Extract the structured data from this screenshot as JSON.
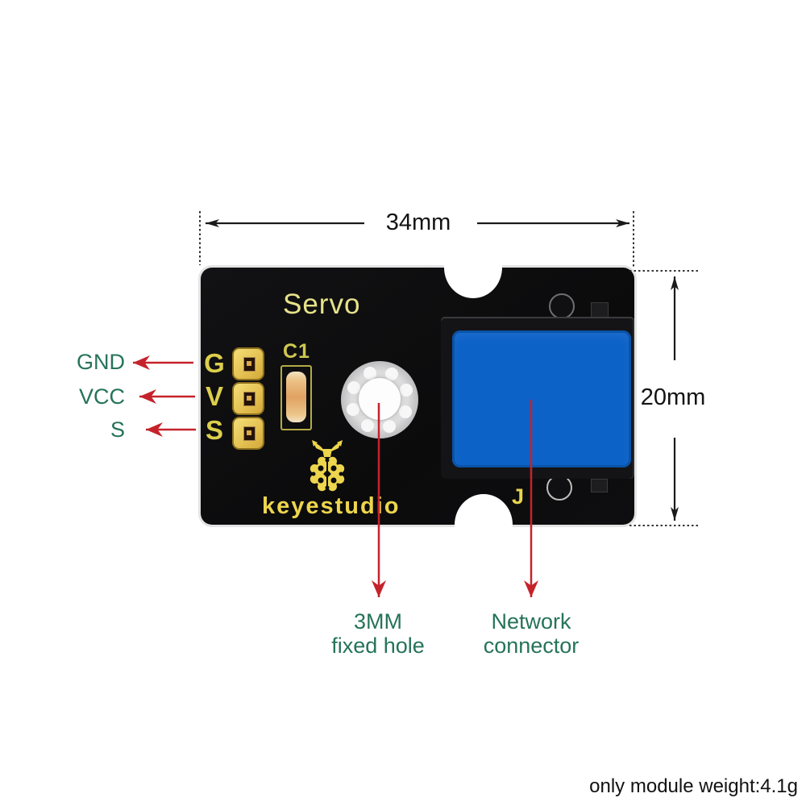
{
  "dimension_labels": {
    "width": "34mm",
    "height": "20mm"
  },
  "pin_callouts": {
    "gnd": "GND",
    "vcc": "VCC",
    "signal": "S"
  },
  "board": {
    "silk_title": "Servo",
    "pins": [
      "G",
      "V",
      "S"
    ],
    "capacitor_label": "C1",
    "brand": "keyestudio",
    "connector_silk": "J"
  },
  "callouts": {
    "hole": {
      "line1": "3MM",
      "line2": "fixed hole"
    },
    "connector": {
      "line1": "Network",
      "line2": "connector"
    }
  },
  "footer": {
    "weight_note": "only module weight:4.1g"
  },
  "colors": {
    "arrow_red": "#c5232b",
    "callout_green": "#26735a",
    "dimension_black": "#1a1a1a",
    "silk_yellow": "#e5d44e",
    "connector_blue": "#0d62c8",
    "pcb_black": "#0d0d0e"
  }
}
